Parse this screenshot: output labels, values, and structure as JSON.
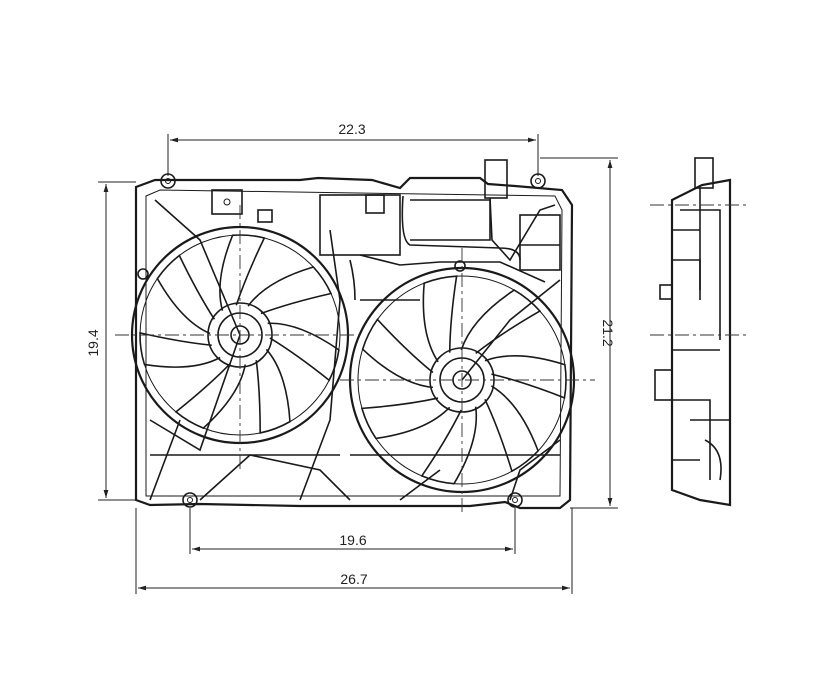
{
  "dimensions": {
    "top_width": "22.3",
    "left_height": "19.4",
    "right_height": "21.2",
    "bottom_inner": "19.6",
    "bottom_overall": "26.7"
  }
}
